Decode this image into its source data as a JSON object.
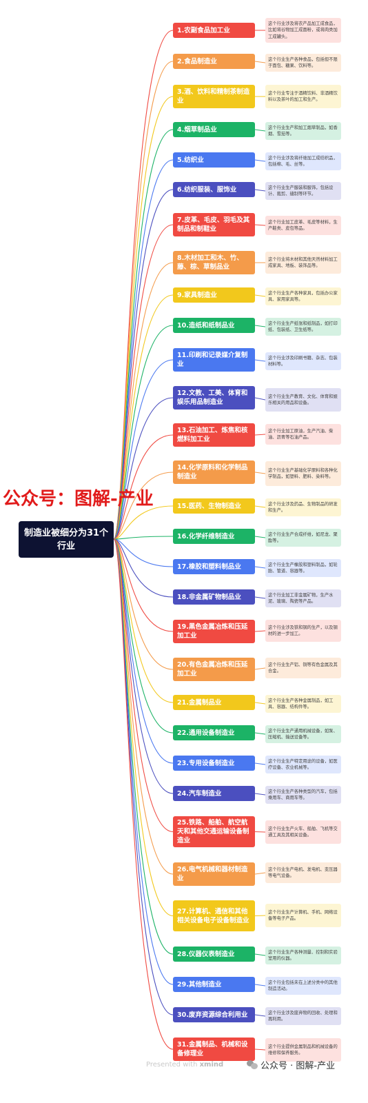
{
  "root": {
    "title": "制造业被细分为31个行业"
  },
  "watermark": "公众号：图解-产业",
  "footer": {
    "presented": "Presented with",
    "brand": "xmind",
    "account": "公众号 · 图解-产业"
  },
  "icons": {
    "footer_icon": "wechat-icon"
  },
  "palette": {
    "red": {
      "node": "#f04a42",
      "desc": "#fde1df",
      "line": "#f04a42"
    },
    "orange": {
      "node": "#f49b4a",
      "desc": "#fdebdb",
      "line": "#f49b4a"
    },
    "yellow": {
      "node": "#f2c81c",
      "desc": "#fdf5d3",
      "line": "#f2c81c"
    },
    "green": {
      "node": "#1cb366",
      "desc": "#d5f1e2",
      "line": "#1cb366"
    },
    "blue": {
      "node": "#4a78f0",
      "desc": "#dfe7fd",
      "line": "#4a78f0"
    },
    "purple": {
      "node": "#4b4fbf",
      "desc": "#e0e0f3",
      "line": "#4b4fbf"
    }
  },
  "industries": [
    {
      "label": "1.农副食品加工业",
      "color": "red",
      "desc": "这个行业涉及将农产品加工成食品，比如将谷物加工成面粉，或将肉类加工成罐头。"
    },
    {
      "label": "2.食品制造业",
      "color": "orange",
      "desc": "这个行业生产各种食品，包括但不限于面包、糖果、饮料等。"
    },
    {
      "label": "3.酒、饮料和精制茶制造业",
      "color": "yellow",
      "desc": "这个行业专注于酒精饮料、非酒精饮料以及茶叶的加工和生产。"
    },
    {
      "label": "4.烟草制品业",
      "color": "green",
      "desc": "这个行业生产和加工烟草制品，如香烟、雪茄等。"
    },
    {
      "label": "5.纺织业",
      "color": "blue",
      "desc": "这个行业涉及将纤维加工成纺织品，包括棉、毛、丝等。"
    },
    {
      "label": "6.纺织服装、服饰业",
      "color": "purple",
      "desc": "这个行业生产服装和服饰，包括设计、裁剪、缝制等环节。"
    },
    {
      "label": "7.皮革、毛皮、羽毛及其制品和制鞋业",
      "color": "red",
      "desc": "这个行业加工皮革、毛皮等材料，生产鞋类、皮包等品。"
    },
    {
      "label": "8.木材加工和木、竹、藤、棕、草制品业",
      "color": "orange",
      "desc": "这个行业将木材和其他天然材料加工成家具、地板、装饰品等。"
    },
    {
      "label": "9.家具制造业",
      "color": "yellow",
      "desc": "这个行业生产各种家具，包括办公家具、家用家具等。"
    },
    {
      "label": "10.造纸和纸制品业",
      "color": "green",
      "desc": "这个行业生产纸张和纸制品，如打印纸、包装纸、卫生纸等。"
    },
    {
      "label": "11.印刷和记录媒介复制业",
      "color": "blue",
      "desc": "这个行业涉及印刷书籍、杂志、包装材料等。"
    },
    {
      "label": "12.文教、工美、体育和娱乐用品制造业",
      "color": "purple",
      "desc": "这个行业生产教育、文化、体育和娱乐相关的用品和设备。"
    },
    {
      "label": "13.石油加工、炼焦和核燃料加工业",
      "color": "red",
      "desc": "这个行业加工原油，生产汽油、柴油、沥青等石油产品。"
    },
    {
      "label": "14.化学原料和化学制品制造业",
      "color": "orange",
      "desc": "这个行业生产基础化学原料和各种化学制品，如塑料、肥料、染料等。"
    },
    {
      "label": "15.医药、生物制造业",
      "color": "yellow",
      "desc": "这个行业涉及药品、生物制品的研发和生产。"
    },
    {
      "label": "16.化学纤维制造业",
      "color": "green",
      "desc": "这个行业生产合成纤维，如尼龙、聚酯等。"
    },
    {
      "label": "17.橡胶和塑料制品业",
      "color": "blue",
      "desc": "这个行业生产橡胶和塑料制品，如轮胎、管道、容器等。"
    },
    {
      "label": "18.非金属矿物制品业",
      "color": "purple",
      "desc": "这个行业加工非金属矿物，生产水泥、玻璃、陶瓷等产品。"
    },
    {
      "label": "19.黑色金属冶炼和压延加工业",
      "color": "red",
      "desc": "这个行业涉及铁和钢的生产，以及钢材的进一步加工。"
    },
    {
      "label": "20.有色金属冶炼和压延加工业",
      "color": "orange",
      "desc": "这个行业生产铝、铜等有色金属及其合金。"
    },
    {
      "label": "21.金属制品业",
      "color": "yellow",
      "desc": "这个行业生产各种金属制品，如工具、容器、结构件等。"
    },
    {
      "label": "22.通用设备制造业",
      "color": "green",
      "desc": "这个行业生产通用机械设备，如泵、压缩机、输送设备等。"
    },
    {
      "label": "23.专用设备制造业",
      "color": "blue",
      "desc": "这个行业生产特定用途的设备，如医疗设备、农业机械等。"
    },
    {
      "label": "24.汽车制造业",
      "color": "purple",
      "desc": "这个行业生产各种类型的汽车，包括乘用车、商用车等。"
    },
    {
      "label": "25.铁路、船舶、航空航天和其他交通运输设备制造业",
      "color": "red",
      "desc": "这个行业生产火车、船舶、飞机等交通工具及其相关设备。"
    },
    {
      "label": "26.电气机械和器材制造业",
      "color": "orange",
      "desc": "这个行业生产电机、发电机、变压器等电气设备。"
    },
    {
      "label": "27.计算机、通信和其他相关设备电子设备制造业",
      "color": "yellow",
      "desc": "这个行业生产计算机、手机、网络设备等电子产品。"
    },
    {
      "label": "28.仪器仪表制造业",
      "color": "green",
      "desc": "这个行业生产各种测量、控制和实验室用的仪器。"
    },
    {
      "label": "29.其他制造业",
      "color": "blue",
      "desc": "这个行业包括未在上述分类中的其他制造活动。"
    },
    {
      "label": "30.废弃资源综合利用业",
      "color": "purple",
      "desc": "这个行业涉及废弃物的回收、处理和再利用。"
    },
    {
      "label": "31.金属制品、机械和设备修理业",
      "color": "red",
      "desc": "这个行业提供金属制品和机械设备的维修和保养服务。"
    }
  ]
}
